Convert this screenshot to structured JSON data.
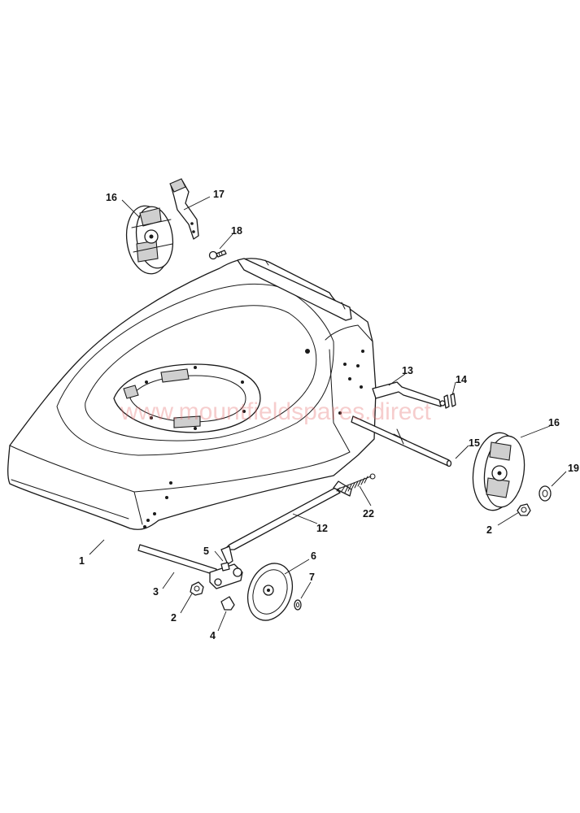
{
  "watermark": "www.mountfieldspares.direct",
  "callouts": {
    "c1": "1",
    "c2a": "2",
    "c2b": "2",
    "c3": "3",
    "c4": "4",
    "c5": "5",
    "c6": "6",
    "c7": "7",
    "c12": "12",
    "c13": "13",
    "c14": "14",
    "c15": "15",
    "c16a": "16",
    "c16b": "16",
    "c17": "17",
    "c18": "18",
    "c19": "19",
    "c22": "22"
  }
}
